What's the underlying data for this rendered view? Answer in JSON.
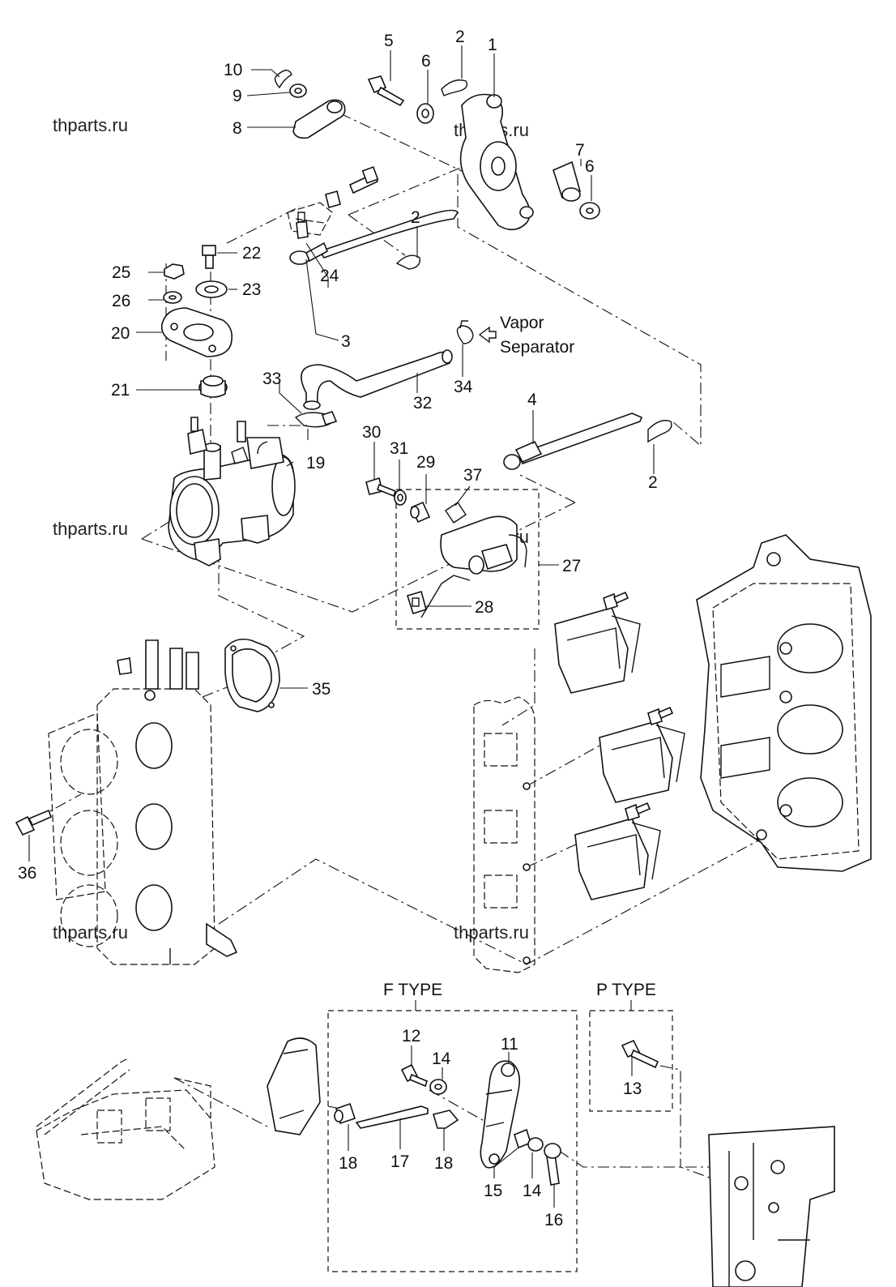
{
  "watermarks": [
    "thparts.ru",
    "thparts.ru",
    "thparts.ru",
    "thparts.ru",
    "thparts.ru"
  ],
  "callouts": [
    "1",
    "2",
    "2",
    "2",
    "3",
    "4",
    "5",
    "6",
    "6",
    "7",
    "8",
    "9",
    "10",
    "11",
    "12",
    "13",
    "14",
    "14",
    "15",
    "16",
    "17",
    "18",
    "18",
    "19",
    "20",
    "21",
    "22",
    "23",
    "24",
    "25",
    "26",
    "27",
    "28",
    "29",
    "30",
    "31",
    "32",
    "33",
    "34",
    "35",
    "36",
    "37"
  ],
  "labels": {
    "vapor": "Vapor",
    "separator": "Separator",
    "f_type": "F TYPE",
    "p_type": "P TYPE"
  }
}
